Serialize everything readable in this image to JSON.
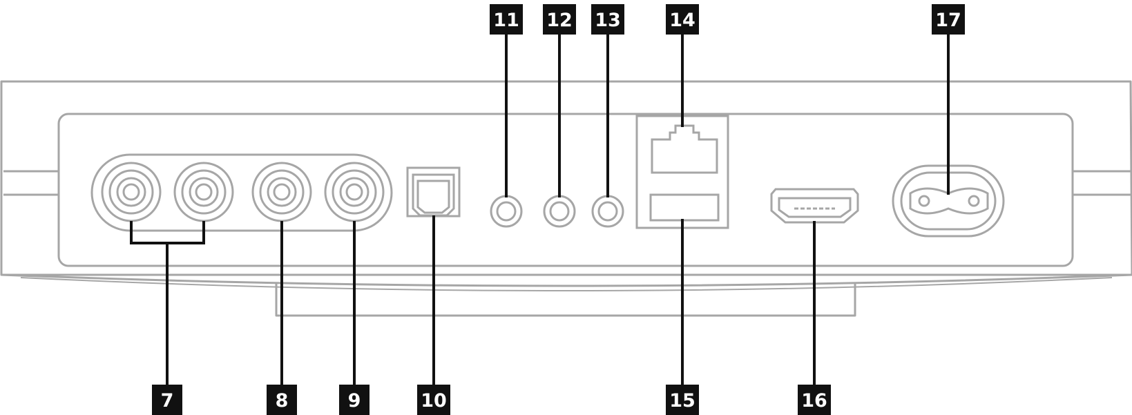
{
  "colors": {
    "outline": "#a6a6a6",
    "leader": "#111111",
    "callout_bg": "#111111",
    "callout_text": "#ffffff"
  },
  "callouts": {
    "c7": "7",
    "c8": "8",
    "c9": "9",
    "c10": "10",
    "c11": "11",
    "c12": "12",
    "c13": "13",
    "c14": "14",
    "c15": "15",
    "c16": "16",
    "c17": "17"
  },
  "ports": {
    "rca_pair": "rca-audio-pair-icon",
    "rca_single_a": "rca-jack-icon",
    "rca_single_b": "rca-jack-icon",
    "optical": "optical-port-icon",
    "mini_jack": "3.5mm-jack-icon",
    "ethernet": "ethernet-port-icon",
    "usb": "usb-port-icon",
    "hdmi": "hdmi-port-icon",
    "power": "power-inlet-icon"
  }
}
